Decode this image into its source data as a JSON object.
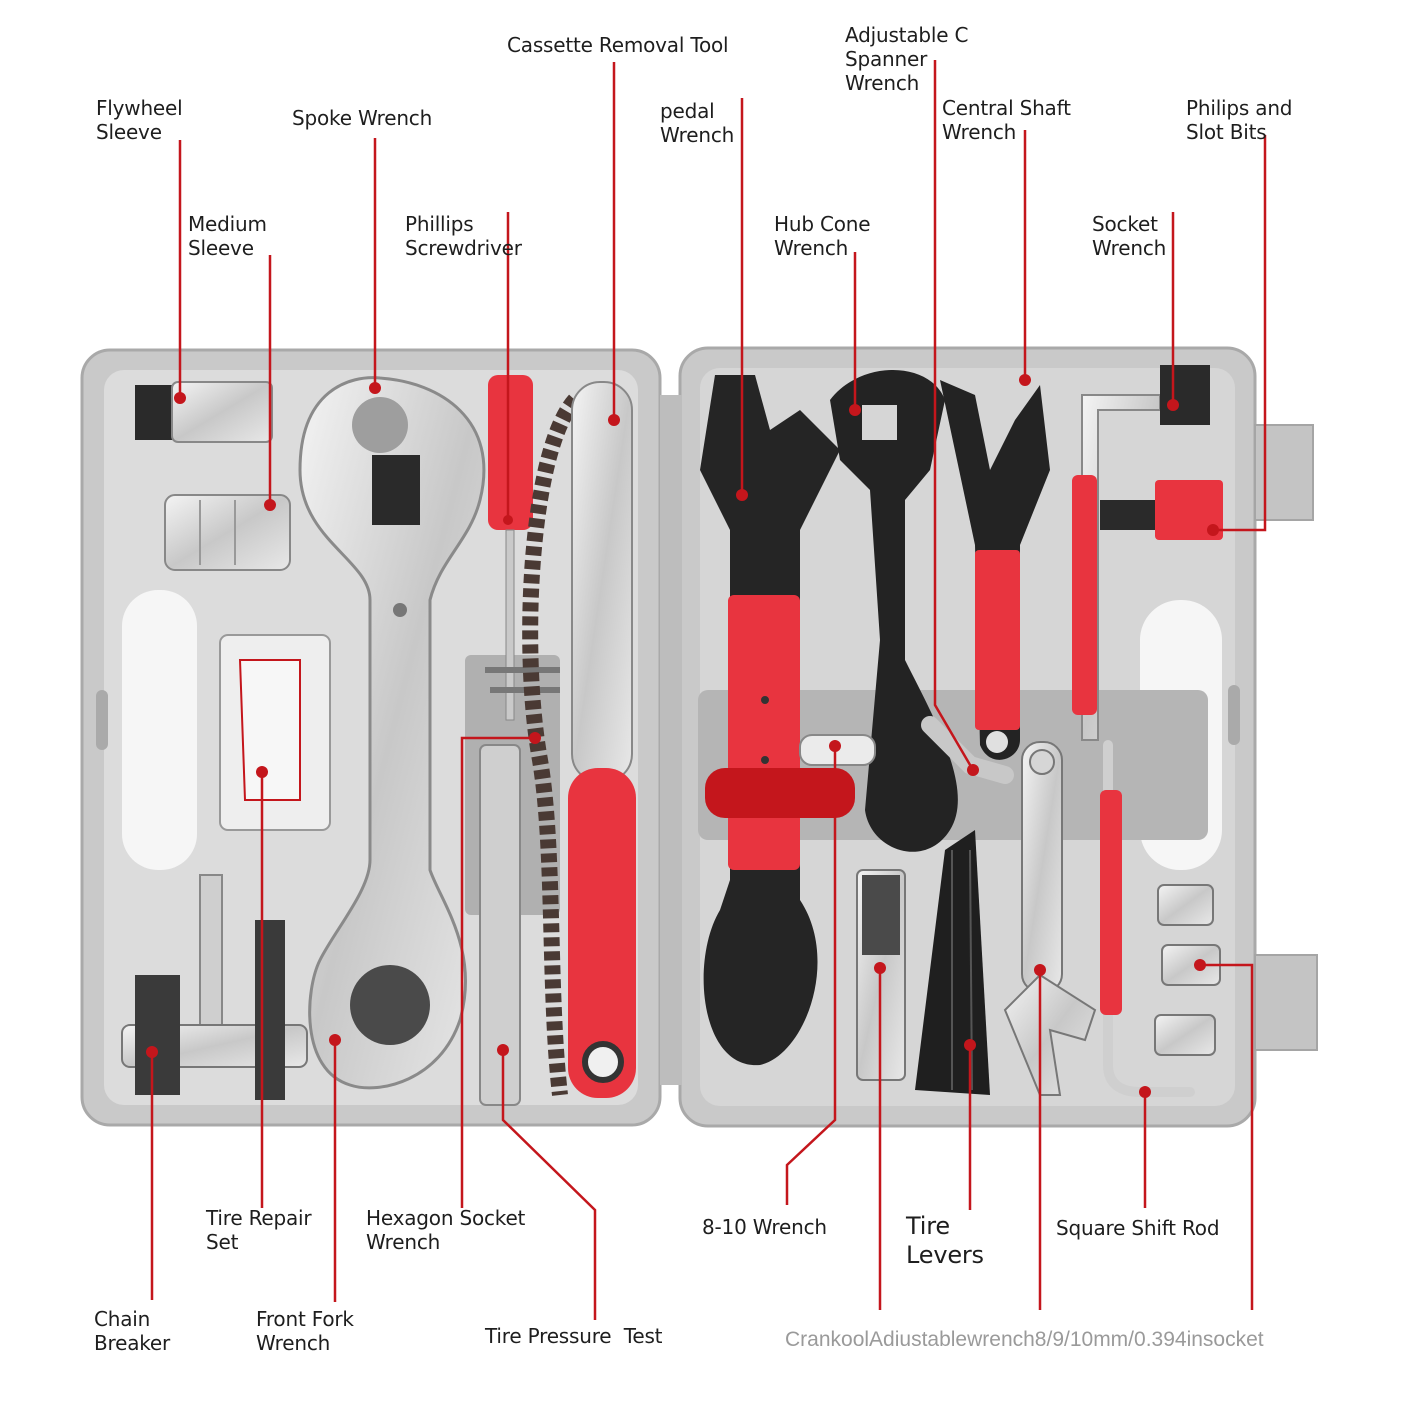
{
  "colors": {
    "leader": "#c4161c",
    "accent": "#e8343f",
    "case": "#c9c9c9",
    "case_inner": "#b3b3b3",
    "tool_black": "#222222"
  },
  "labels": {
    "flywheel_sleeve": "Flywheel\nSleeve",
    "spoke_wrench": "Spoke Wrench",
    "cassette_removal_tool": "Cassette Removal Tool",
    "adjustable_c_spanner": "Adjustable C\nSpanner\nWrench",
    "pedal_wrench": "pedal\nWrench",
    "central_shaft_wrench": "Central Shaft\nWrench",
    "philips_and_slot_bits": "Philips and\nSlot Bits",
    "medium_sleeve": "Medium\nSleeve",
    "phillips_screwdriver": "Phillips\nScrewdriver",
    "hub_cone_wrench": "Hub Cone\nWrench",
    "socket_wrench": "Socket\nWrench",
    "tire_repair_set": "Tire Repair\nSet",
    "hexagon_socket_wrench": "Hexagon Socket\nWrench",
    "eight_ten_wrench": "8-10 Wrench",
    "tire_levers": "Tire\nLevers",
    "square_shift_rod": "Square Shift Rod",
    "chain_breaker": "Chain\nBreaker",
    "front_fork_wrench": "Front Fork\nWrench",
    "tire_pressure_test": "Tire Pressure  Test"
  },
  "watermark": "CrankoolAdiustablewrench8/9/10mm/0.394insocket",
  "icons": [
    "toolbox-case",
    "flywheel-sleeve-icon",
    "medium-sleeve-icon",
    "spoke-wrench-icon",
    "screwdriver-icon",
    "cassette-tool-icon",
    "chain-whip-icon",
    "tire-repair-kit-icon",
    "hex-key-set-icon",
    "chain-breaker-icon",
    "front-fork-wrench-icon",
    "pedal-wrench-icon",
    "hub-cone-wrench-icon",
    "c-spanner-icon",
    "central-shaft-wrench-icon",
    "socket-wrench-icon",
    "bits-icon",
    "8-10-wrench-icon",
    "tire-levers-icon",
    "adjustable-wrench-icon",
    "square-shift-rod-icon",
    "socket-icon"
  ]
}
